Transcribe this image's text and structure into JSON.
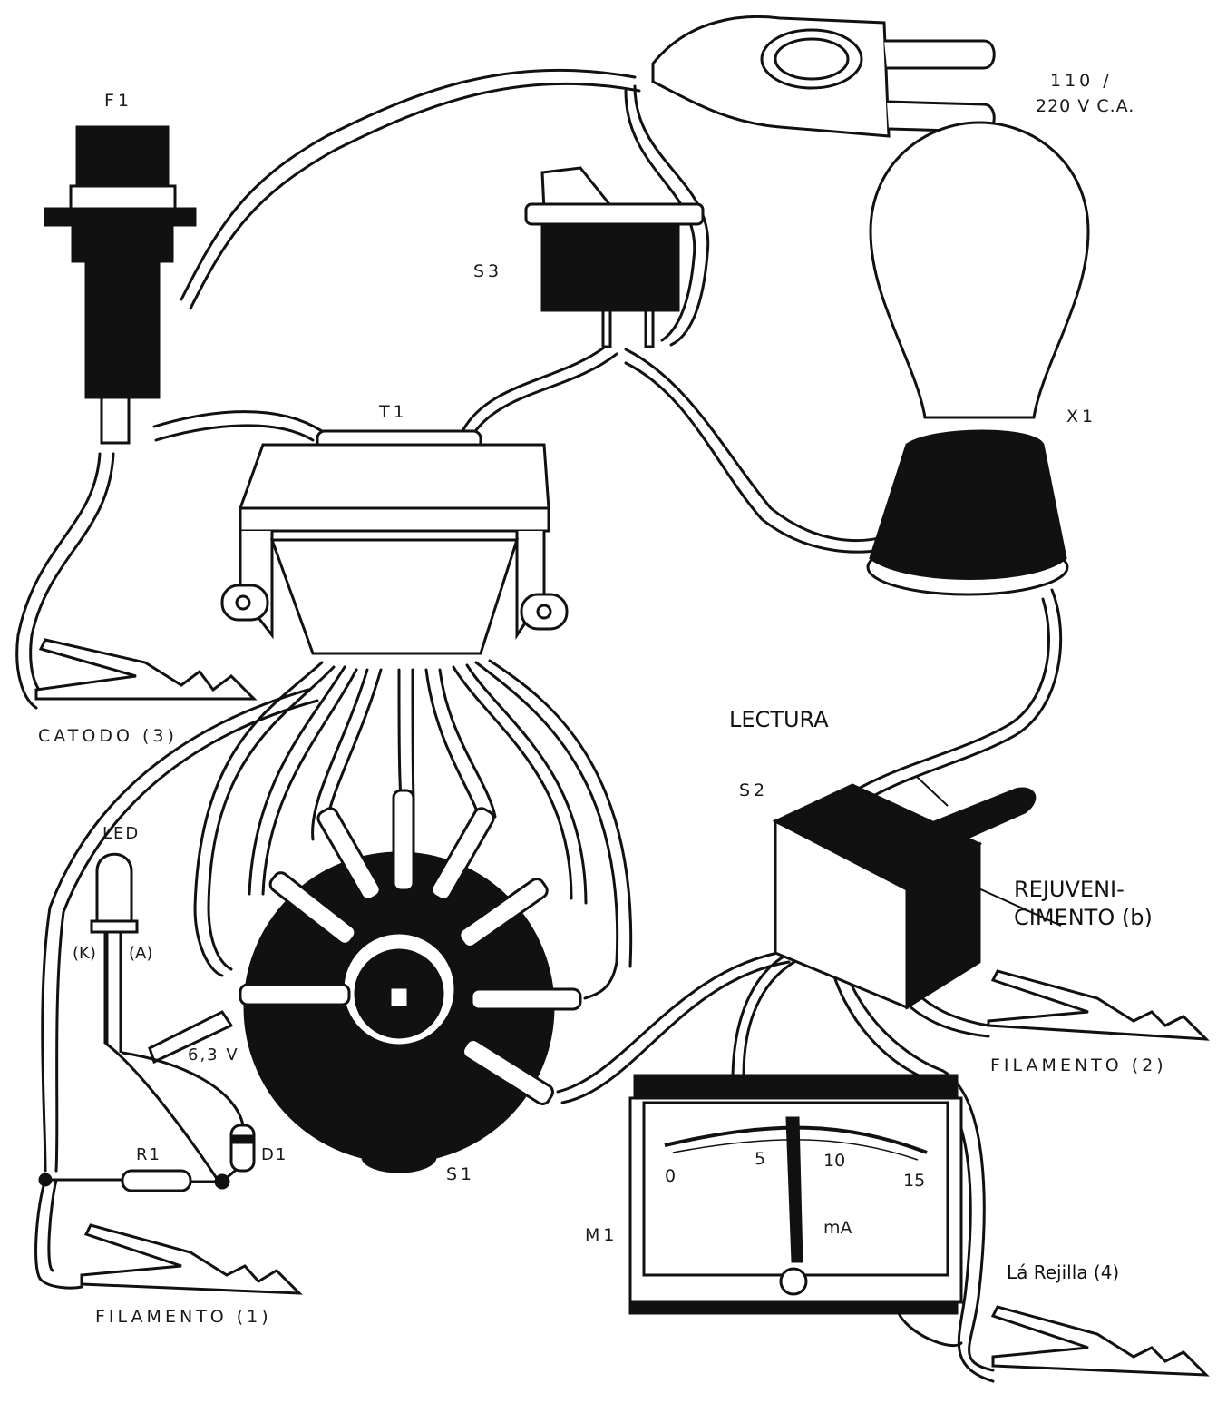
{
  "colors": {
    "ink": "#111111",
    "paper": "#ffffff"
  },
  "components": {
    "fuse": {
      "label": "F1"
    },
    "plug": {
      "label_line1": "110 /",
      "label_line2": "220 V C.A."
    },
    "power_switch": {
      "label": "S3"
    },
    "lamp": {
      "label": "X1"
    },
    "transformer": {
      "label": "T1"
    },
    "rotary_switch": {
      "label": "S1"
    },
    "toggle_switch": {
      "label": "S2",
      "position_up": "LECTURA",
      "position_down_line1": "REJUVENI-",
      "position_down_line2": "CIMENTO (b)"
    },
    "meter": {
      "label": "M1",
      "unit": "mA",
      "scale": [
        "0",
        "5",
        "10",
        "15"
      ],
      "needle_value": 7
    },
    "led": {
      "label": "LED",
      "cathode": "(K)",
      "anode": "(A)"
    },
    "resistor": {
      "label": "R1"
    },
    "diode": {
      "label": "D1"
    },
    "voltage": {
      "label": "6,3 V"
    }
  },
  "clips": {
    "cathode": "CATODO (3)",
    "filament1": "FILAMENTO (1)",
    "filament2": "FILAMENTO (2)",
    "grid": "Lá Rejilla (4)"
  }
}
